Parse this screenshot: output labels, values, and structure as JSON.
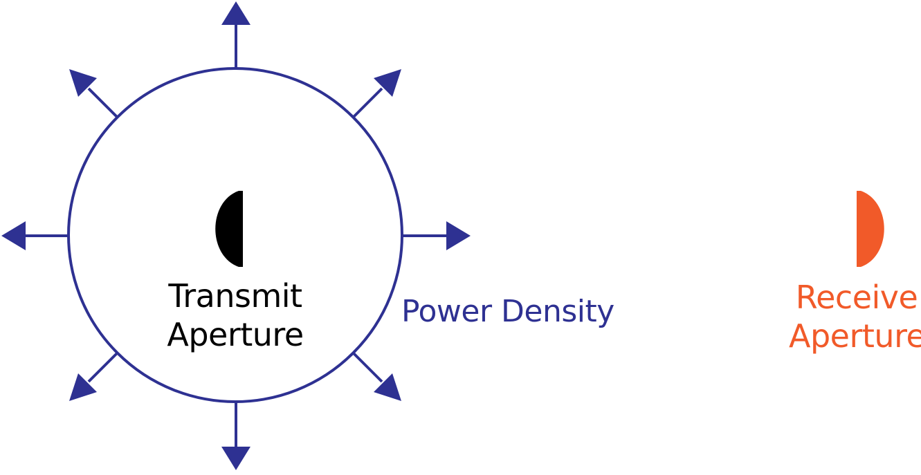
{
  "colors": {
    "field": "#2E3192",
    "transmitter": "#000000",
    "receiver": "#F15A29"
  },
  "labels": {
    "transmit_line1": "Transmit",
    "transmit_line2": "Aperture",
    "power_density": "Power Density",
    "receive_line1": "Receive",
    "receive_line2": "Aperture"
  }
}
